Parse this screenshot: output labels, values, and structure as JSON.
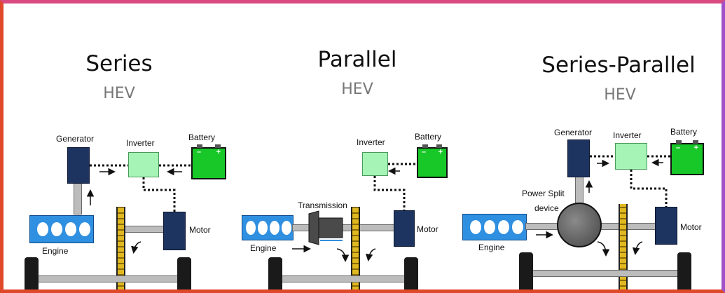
{
  "diagrams": [
    {
      "title": "Series",
      "subtitle": "HEV",
      "labels": {
        "generator": "Generator",
        "inverter": "Inverter",
        "battery": "Battery",
        "engine": "Engine",
        "motor": "Motor"
      }
    },
    {
      "title": "Parallel",
      "subtitle": "HEV",
      "labels": {
        "inverter": "Inverter",
        "battery": "Battery",
        "transmission": "Transmission",
        "engine": "Engine",
        "motor": "Motor"
      }
    },
    {
      "title": "Series-Parallel",
      "subtitle": "HEV",
      "labels": {
        "generator": "Generator",
        "inverter": "Inverter",
        "battery": "Battery",
        "power_split": "Power Split",
        "power_split_2": "device",
        "engine": "Engine",
        "motor": "Motor"
      }
    }
  ],
  "battery_terminals": {
    "minus": "–",
    "plus": "+"
  },
  "colors": {
    "border_left": "#e0482a",
    "border_right": "#a050c8",
    "battery": "#18c828",
    "inverter": "#a6f5b6",
    "engine": "#2f8fe0",
    "motor": "#1e3460",
    "gear": "#e0b820"
  }
}
